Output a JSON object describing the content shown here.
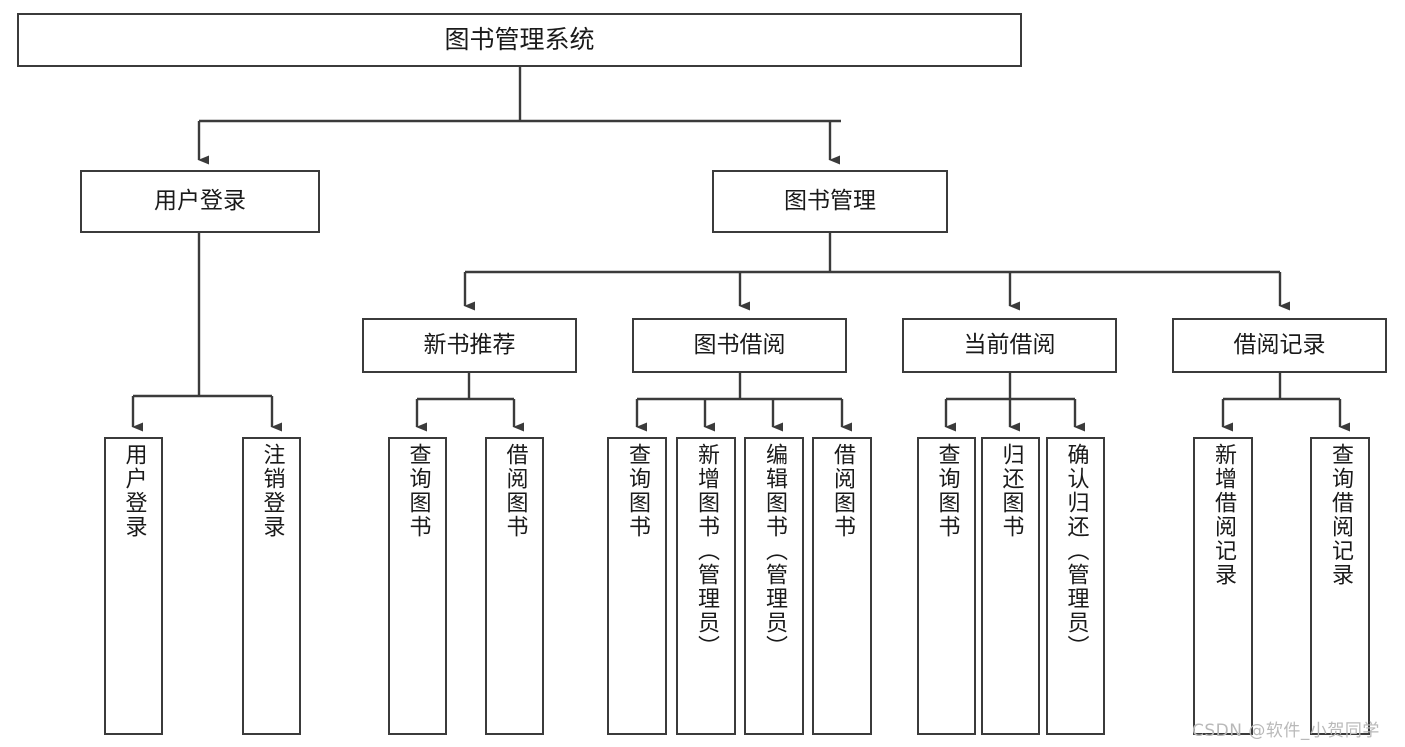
{
  "diagram": {
    "title": "图书管理系统",
    "type": "tree-hierarchy",
    "levels": {
      "root": "图书管理系统",
      "level2": [
        "用户登录",
        "图书管理"
      ],
      "level3": [
        "新书推荐",
        "图书借阅",
        "当前借阅",
        "借阅记录"
      ]
    }
  },
  "nodes": {
    "root": {
      "label": "图书管理系统"
    },
    "user_login": {
      "label": "用户登录"
    },
    "book_manage": {
      "label": "图书管理"
    },
    "new_book_rec": {
      "label": "新书推荐"
    },
    "book_borrow": {
      "label": "图书借阅"
    },
    "current_borrow": {
      "label": "当前借阅"
    },
    "borrow_record": {
      "label": "借阅记录"
    },
    "leaf_user_login": {
      "label": "用户登录"
    },
    "leaf_logout": {
      "label": "注销登录"
    },
    "leaf_query_book_1": {
      "label": "查询图书"
    },
    "leaf_borrow_book_1": {
      "label": "借阅图书"
    },
    "leaf_query_book_2": {
      "label": "查询图书"
    },
    "leaf_add_book": {
      "label": "新增图书（管理员）"
    },
    "leaf_edit_book": {
      "label": "编辑图书（管理员）"
    },
    "leaf_borrow_book_2": {
      "label": "借阅图书"
    },
    "leaf_query_book_3": {
      "label": "查询图书"
    },
    "leaf_return_book": {
      "label": "归还图书"
    },
    "leaf_confirm_return": {
      "label": "确认归还（管理员）"
    },
    "leaf_add_record": {
      "label": "新增借阅记录"
    },
    "leaf_query_record": {
      "label": "查询借阅记录"
    }
  },
  "watermark": {
    "text": "CSDN @软件_小贺同学"
  },
  "colors": {
    "stroke": "#3b3b3b",
    "fill": "#ffffff",
    "text": "#1a1a1a",
    "watermark": "#b9b9b9"
  }
}
